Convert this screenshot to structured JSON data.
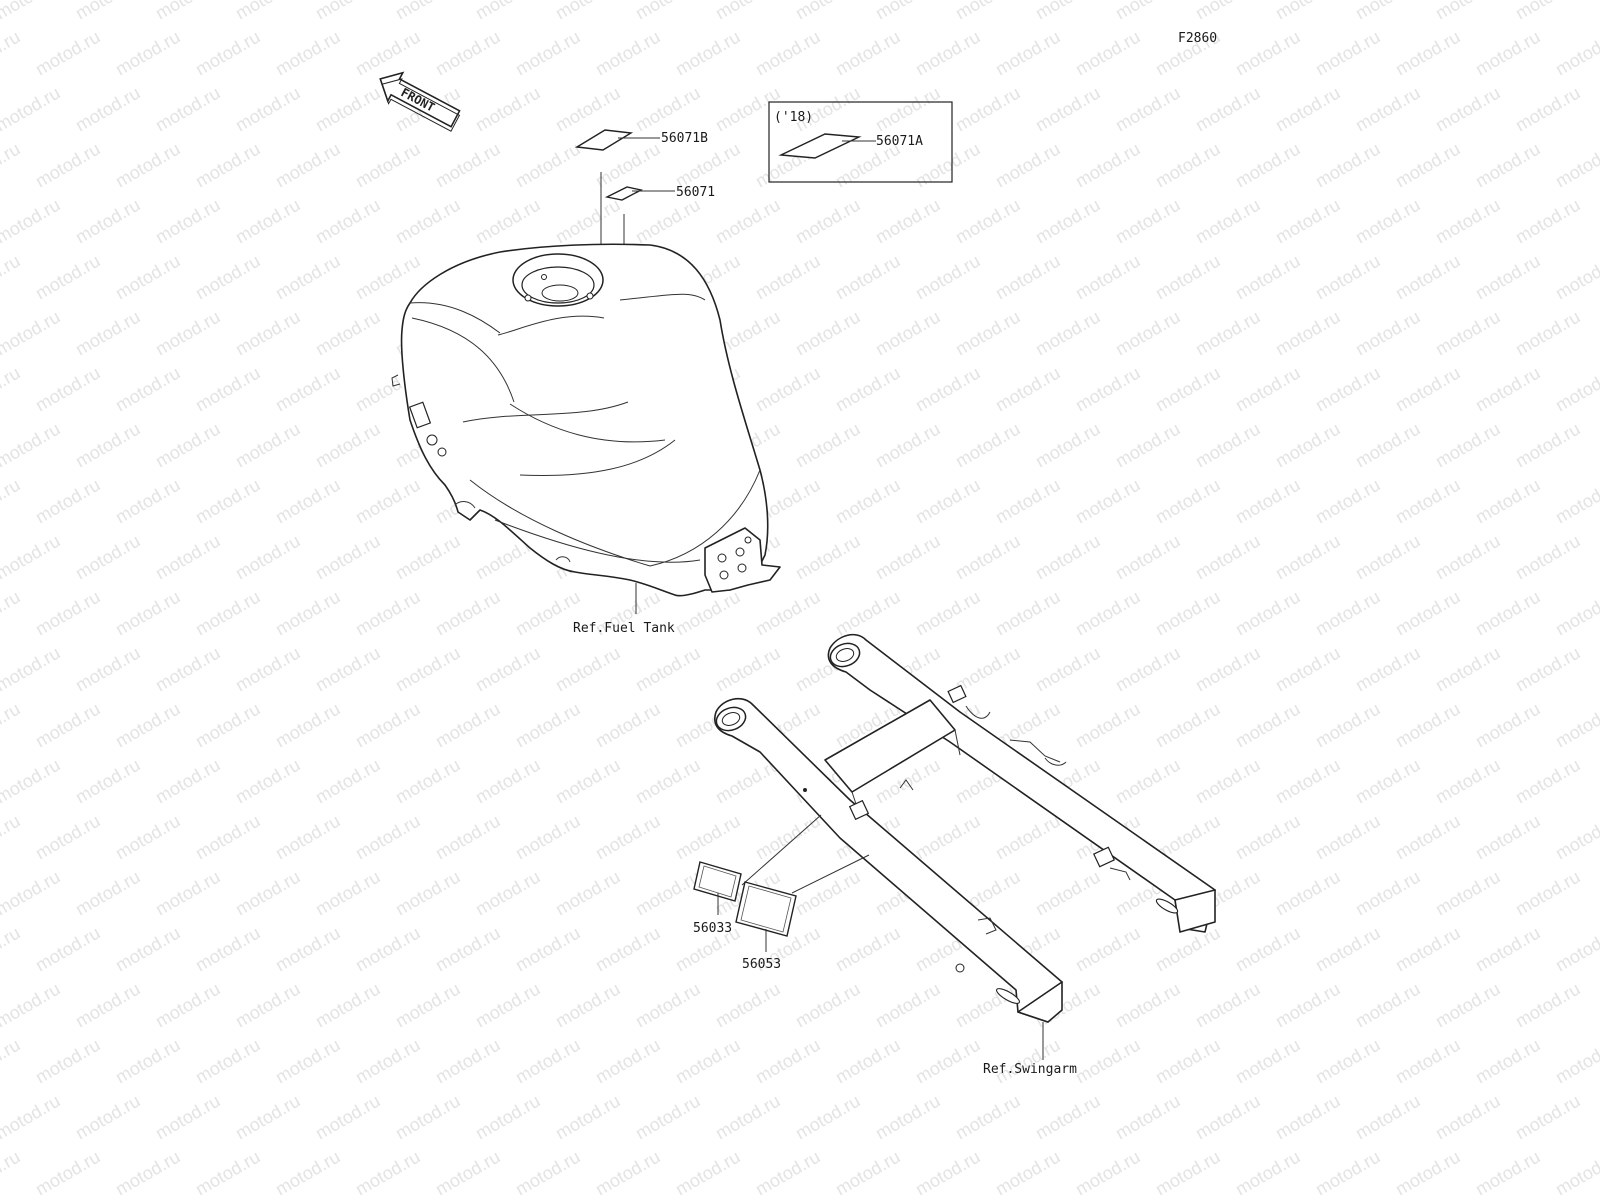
{
  "diagram_id": "F2860",
  "watermark": "motod.ru",
  "front_arrow": {
    "label": "FRONT",
    "icon": "front-direction-arrow-icon"
  },
  "inset_box": {
    "year_note": "('18)",
    "part_number": "56071A"
  },
  "labels": [
    {
      "id": "label-56071b",
      "part_number": "56071B"
    },
    {
      "id": "label-56071",
      "part_number": "56071"
    },
    {
      "id": "label-56033",
      "part_number": "56033"
    },
    {
      "id": "label-56053",
      "part_number": "56053"
    }
  ],
  "references": {
    "fuel_tank": "Ref.Fuel Tank",
    "swingarm": "Ref.Swingarm"
  }
}
